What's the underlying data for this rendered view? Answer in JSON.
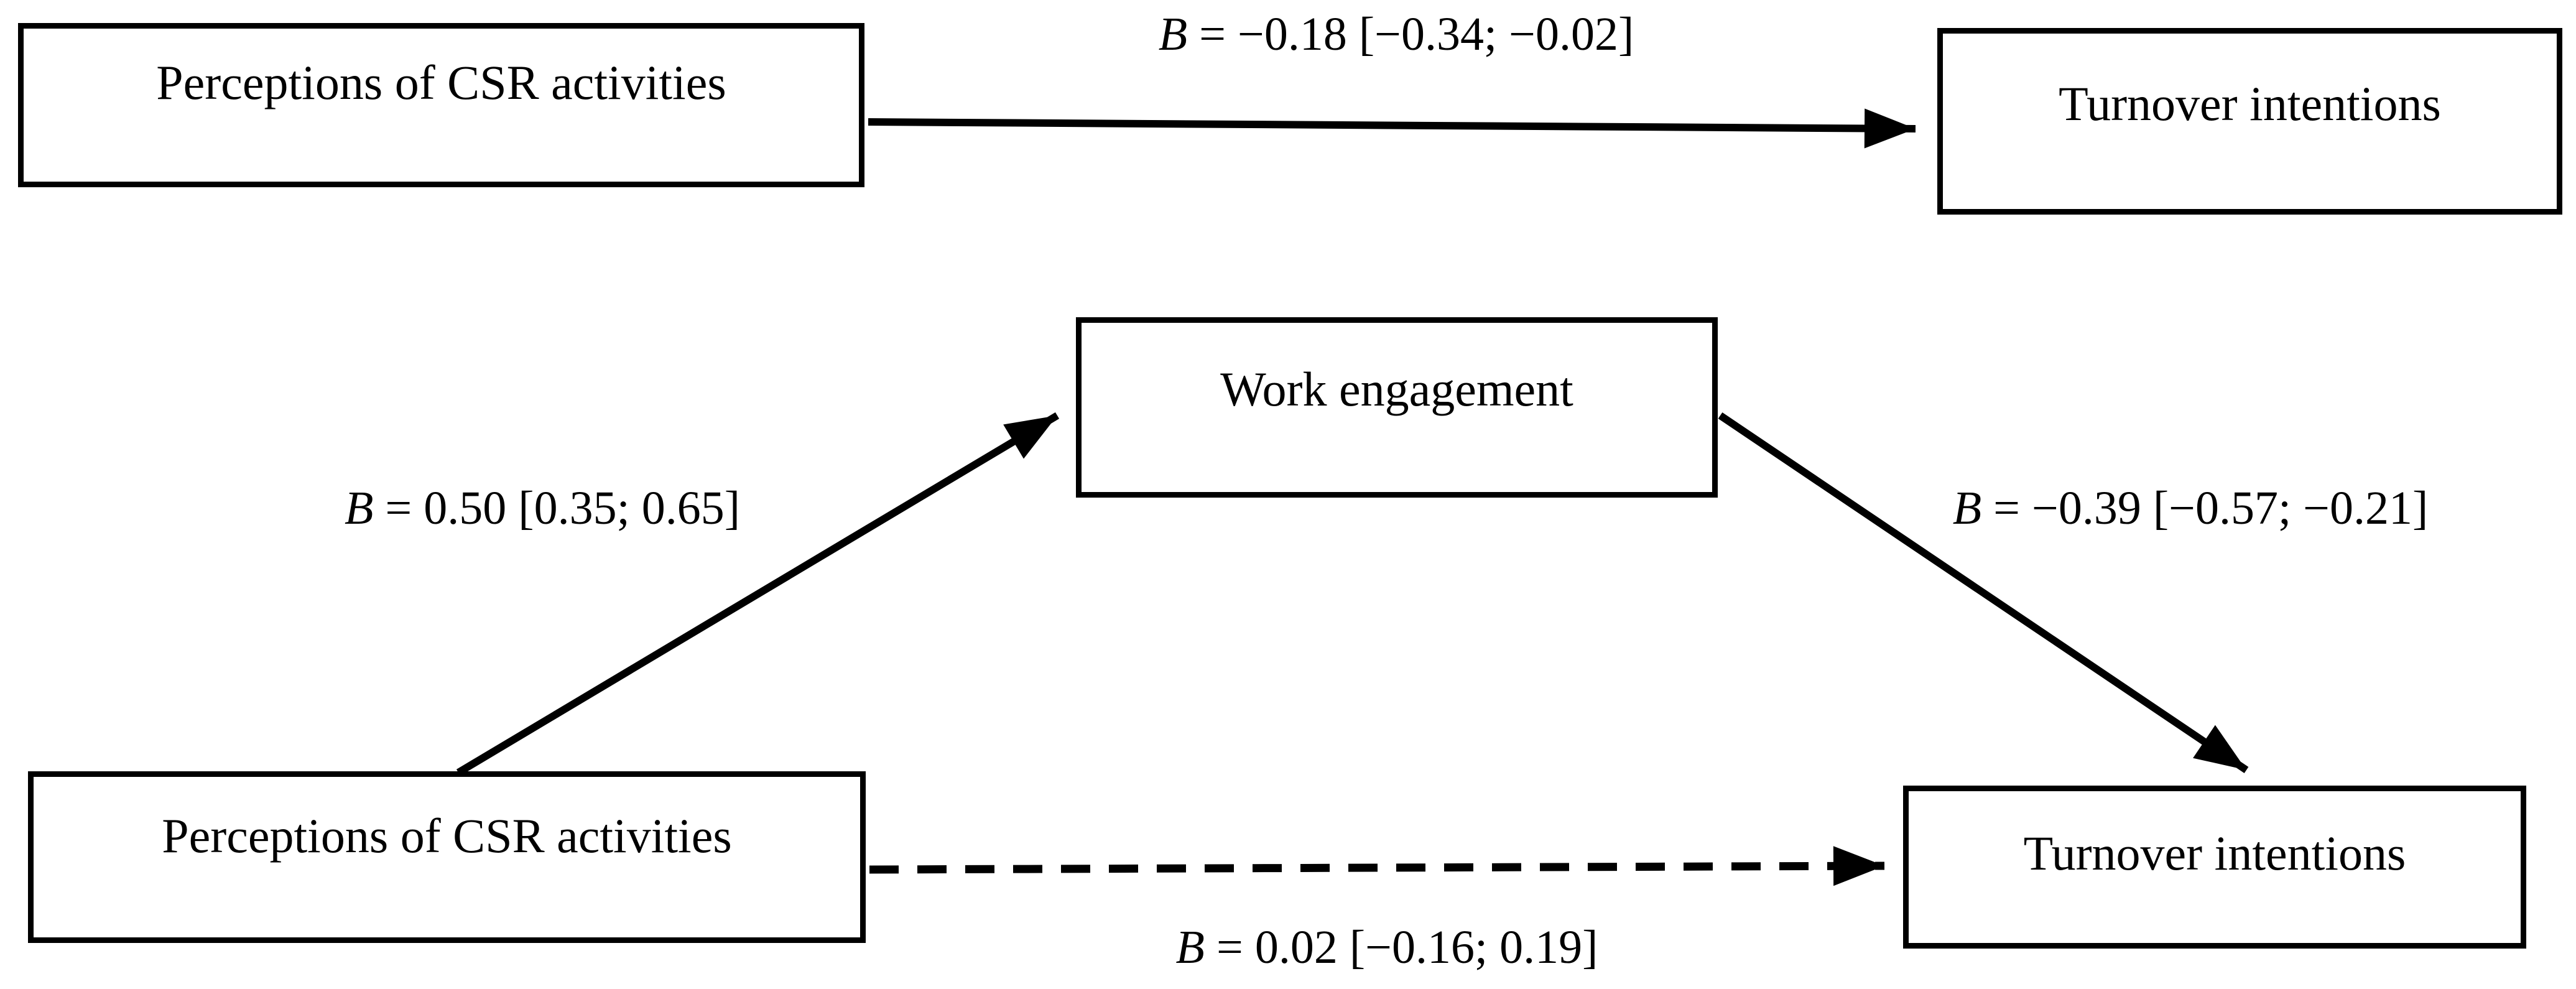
{
  "figure": {
    "kind": "mediation-path-diagram",
    "colors": {
      "background": "#ffffff",
      "box_border": "#000000",
      "box_fill": "#ffffff",
      "text": "#000000",
      "arrow": "#000000"
    },
    "top_model": {
      "predictor": "Perceptions of CSR activities",
      "outcome": "Turnover intentions",
      "total_effect": {
        "variable": "B",
        "value": " = −0.18 [−0.34; −0.02]"
      }
    },
    "bottom_model": {
      "predictor": "Perceptions of CSR activities",
      "mediator": "Work engagement",
      "outcome": "Turnover intentions",
      "path_a": {
        "variable": "B",
        "value": " = 0.50 [0.35; 0.65]"
      },
      "path_b": {
        "variable": "B",
        "value": " = −0.39 [−0.57; −0.21]"
      },
      "path_c_prime": {
        "variable": "B",
        "value": " = 0.02 [−0.16; 0.19]"
      }
    }
  }
}
